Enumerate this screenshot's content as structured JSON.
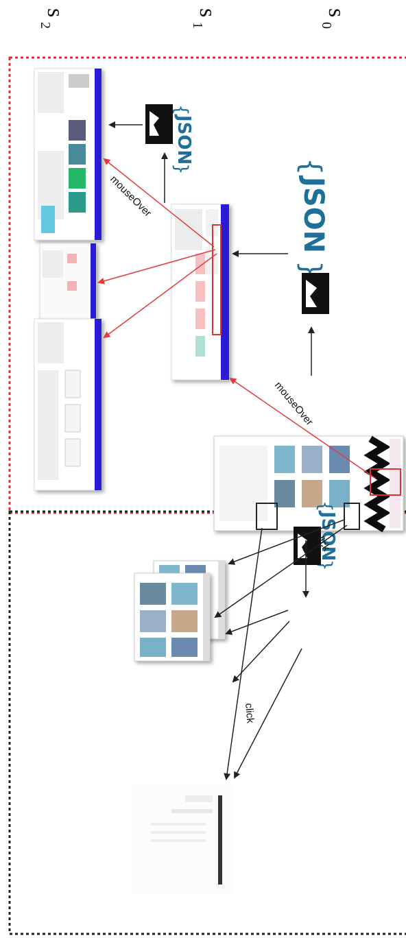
{
  "states": [
    {
      "id": "s0",
      "letter": "s",
      "subscript": "0"
    },
    {
      "id": "s1",
      "letter": "s",
      "subscript": "1"
    },
    {
      "id": "s2",
      "letter": "s",
      "subscript": "2"
    }
  ],
  "edge_labels": {
    "mouseover_top": "mouseOver",
    "mouseover_mid": "mouseOver",
    "click_upper": "click",
    "click_lower": "click"
  },
  "json_icon": {
    "text": "JSON",
    "open_brace": "{",
    "close_brace": "}"
  },
  "colors": {
    "mouseover_region": "#e03030",
    "click_region": "#222222",
    "mouseover_arrow": "#e23b3b",
    "click_arrow": "#222222",
    "json_blue": "#1f6f98",
    "site_navbar": "#2a1fd6",
    "alert_negative": "#e03030",
    "alert_positive": "#1aa38a"
  }
}
